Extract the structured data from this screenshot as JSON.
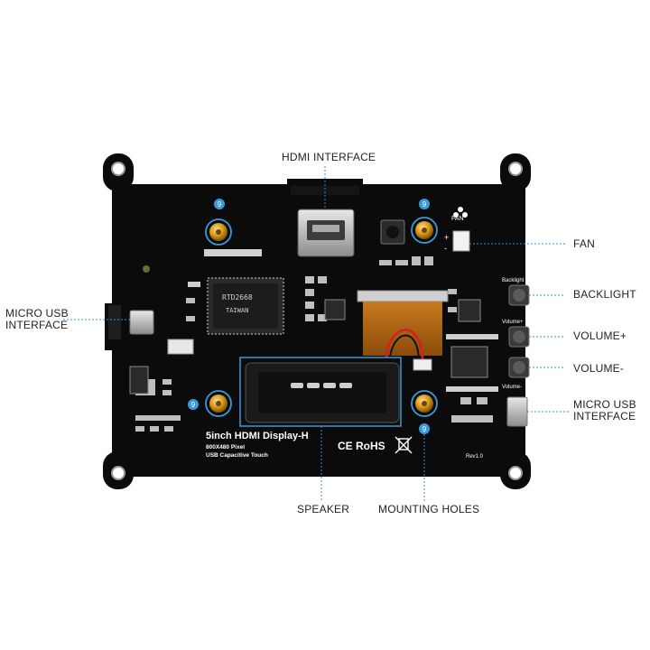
{
  "callouts": {
    "hdmi_interface": "HDMI INTERFACE",
    "fan": "FAN",
    "backlight": "BACKLIGHT",
    "volume_plus": "VOLUME+",
    "volume_minus": "VOLUME-",
    "micro_usb_left_1": "MICRO USB",
    "micro_usb_left_2": "INTERFACE",
    "micro_usb_right_1": "MICRO USB",
    "micro_usb_right_2": "INTERFACE",
    "speaker": "SPEAKER",
    "mounting_holes": "MOUNTING HOLES"
  },
  "board": {
    "title": "5inch HDMI Display-H",
    "resolution": "800X480 Pixel",
    "touch": "USB Capacitive Touch",
    "certifications": "CE RoHS",
    "revision": "Rev1.0",
    "mount_marker": "9",
    "fan_silk": "FAN",
    "fan_plus": "+",
    "fan_minus": "-",
    "backlight_silk": "Backlight",
    "volume_plus_silk": "Volume+",
    "volume_minus_silk": "Volume-",
    "chip_marking_1": "RTD2668",
    "chip_marking_2": "TAIWAN"
  },
  "colors": {
    "board": "#0b0b0b",
    "callout_line": "#3a8fd0",
    "highlight": "#3a9ad9",
    "brass": "#d89a1c",
    "silkscreen": "#ffffff"
  }
}
